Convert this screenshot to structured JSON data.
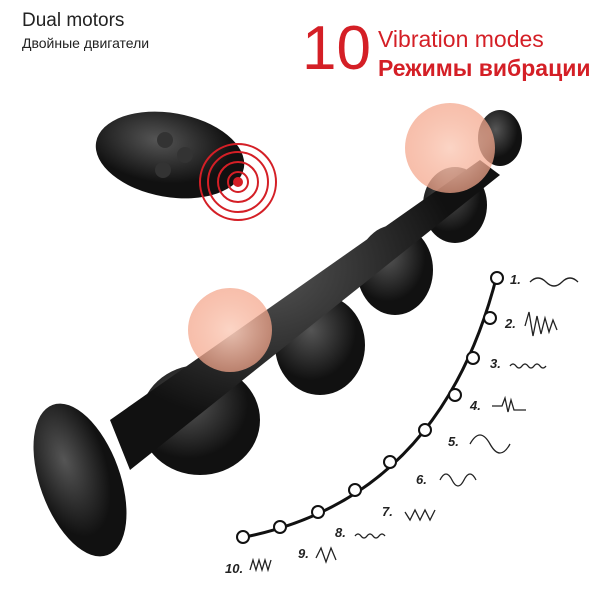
{
  "header": {
    "title_en": "Dual motors",
    "title_ru": "Двойные двигатели"
  },
  "modes": {
    "count": "10",
    "label_en": "Vibration modes",
    "label_ru": "Режимы вибрации",
    "items": [
      "1.",
      "2.",
      "3.",
      "4.",
      "5.",
      "6.",
      "7.",
      "8.",
      "9.",
      "10."
    ]
  },
  "colors": {
    "accent": "#d41f26",
    "product": "#1a1a1a",
    "glow": "#f4a58a"
  }
}
